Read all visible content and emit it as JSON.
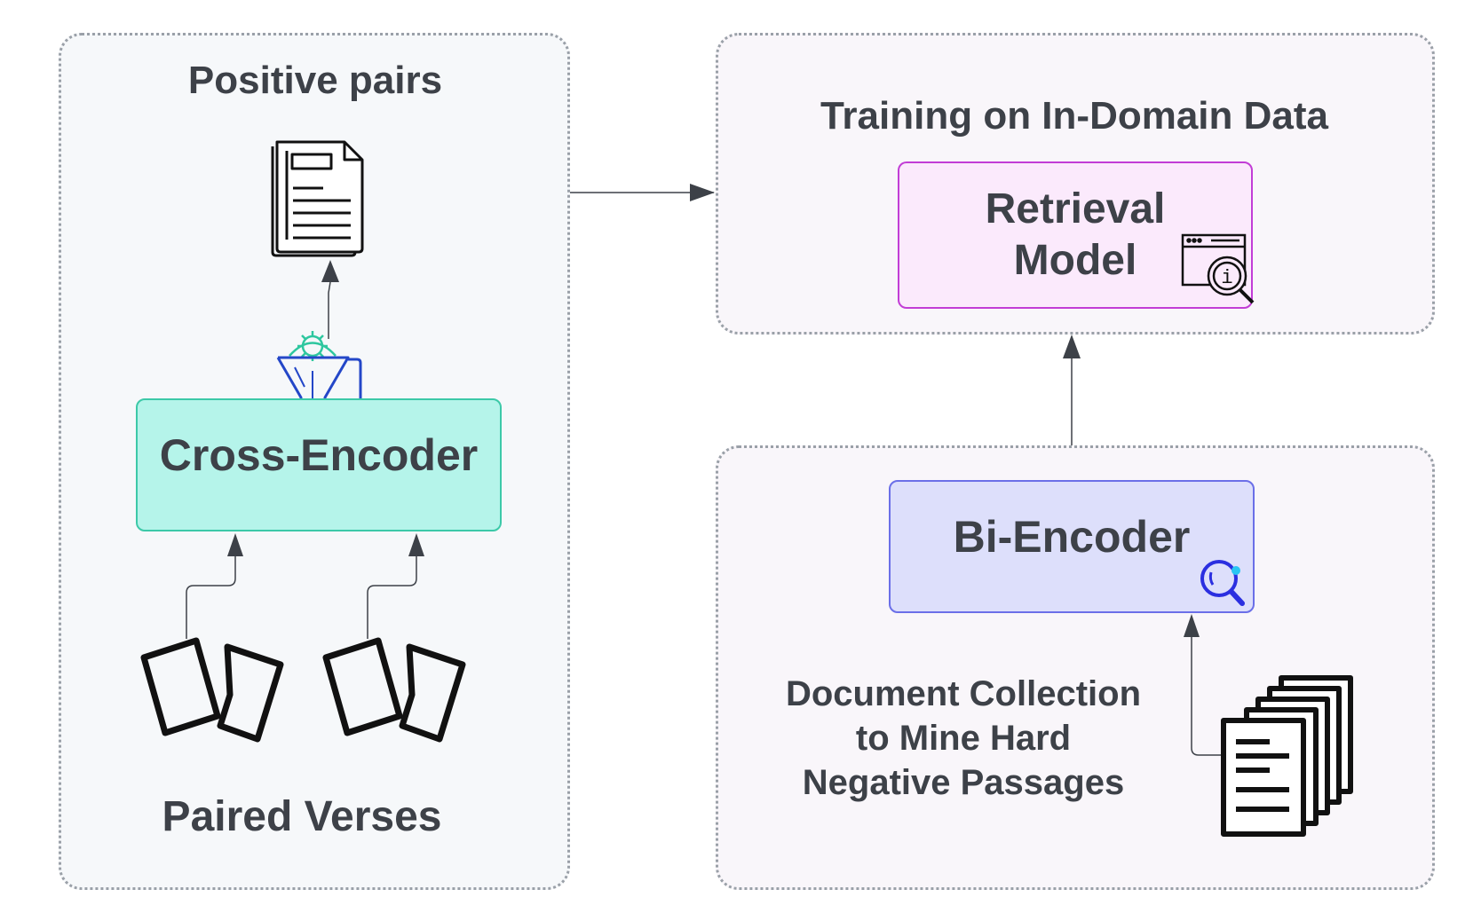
{
  "left_panel": {
    "title": "Positive pairs",
    "cross_encoder_label": "Cross-Encoder",
    "bottom_label": "Paired Verses"
  },
  "top_right_panel": {
    "title": "Training on In-Domain Data",
    "retrieval_label_line1": "Retrieval",
    "retrieval_label_line2": "Model"
  },
  "bottom_right_panel": {
    "bi_encoder_label": "Bi-Encoder",
    "collection_line1": "Document Collection",
    "collection_line2": "to Mine Hard",
    "collection_line3": "Negative Passages"
  },
  "colors": {
    "left_panel_bg": "#f6f8fa",
    "right_panel_bg": "#f9f6fa",
    "cross_encoder_fill": "#b5f4ea",
    "cross_encoder_border": "#3cc9a8",
    "retrieval_fill": "#fbeafc",
    "retrieval_border": "#c23dd6",
    "bi_encoder_fill": "#dddffb",
    "bi_encoder_border": "#6b6fe8"
  }
}
